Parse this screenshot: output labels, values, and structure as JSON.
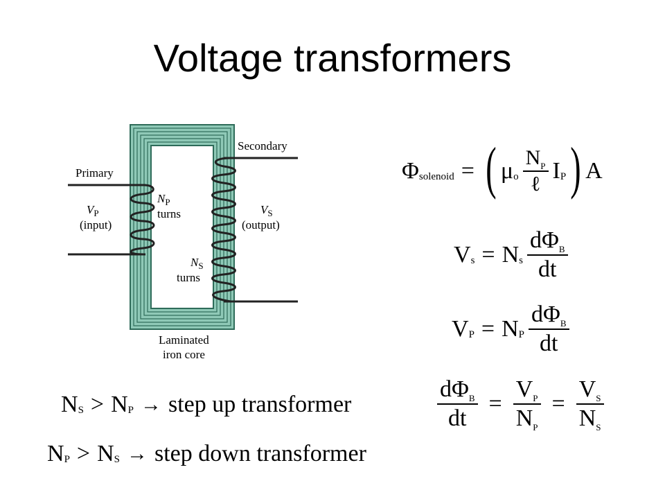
{
  "slide": {
    "title": "Voltage transformers"
  },
  "diagram": {
    "primary_label": "Primary",
    "secondary_label": "Secondary",
    "vp_symbol": "V",
    "vp_sub": "P",
    "vp_note": "(input)",
    "np_symbol": "N",
    "np_sub": "P",
    "np_note": "turns",
    "vs_symbol": "V",
    "vs_sub": "S",
    "vs_note": "(output)",
    "ns_symbol": "N",
    "ns_sub": "S",
    "ns_note": "turns",
    "core_line1": "Laminated",
    "core_line2": "iron core",
    "colors": {
      "core_fill": "#8fc9b7",
      "core_stroke": "#2e6b59",
      "wire": "#222222"
    }
  },
  "equations": {
    "solenoid": {
      "phi": "Φ",
      "phi_sub": "solenoid",
      "eq": "=",
      "mu": "μ",
      "mu_sub": "o",
      "num": "N",
      "num_sub": "P",
      "den": "ℓ",
      "i": "I",
      "i_sub": "P",
      "a": "A"
    },
    "vs": {
      "lhs": "V",
      "lhs_sub": "s",
      "eq": "=",
      "n": "N",
      "n_sub": "s",
      "num": "dΦ",
      "num_sub": "B",
      "den": "dt"
    },
    "vp": {
      "lhs": "V",
      "lhs_sub": "P",
      "eq": "=",
      "n": "N",
      "n_sub": "P",
      "num": "dΦ",
      "num_sub": "B",
      "den": "dt"
    },
    "ratio": {
      "num1": "dΦ",
      "num1_sub": "B",
      "den1": "dt",
      "eq1": "=",
      "num2": "V",
      "num2_sub": "P",
      "den2": "N",
      "den2_sub": "P",
      "eq2": "=",
      "num3": "V",
      "num3_sub": "S",
      "den3": "N",
      "den3_sub": "S"
    }
  },
  "statements": {
    "step_up": {
      "a": "N",
      "a_sub": "S",
      "gt": ">",
      "b": "N",
      "b_sub": "P",
      "arrow": "→",
      "text": "step up transformer"
    },
    "step_down": {
      "a": "N",
      "a_sub": "P",
      "gt": ">",
      "b": "N",
      "b_sub": "S",
      "arrow": "→",
      "text": "step down transformer"
    }
  }
}
